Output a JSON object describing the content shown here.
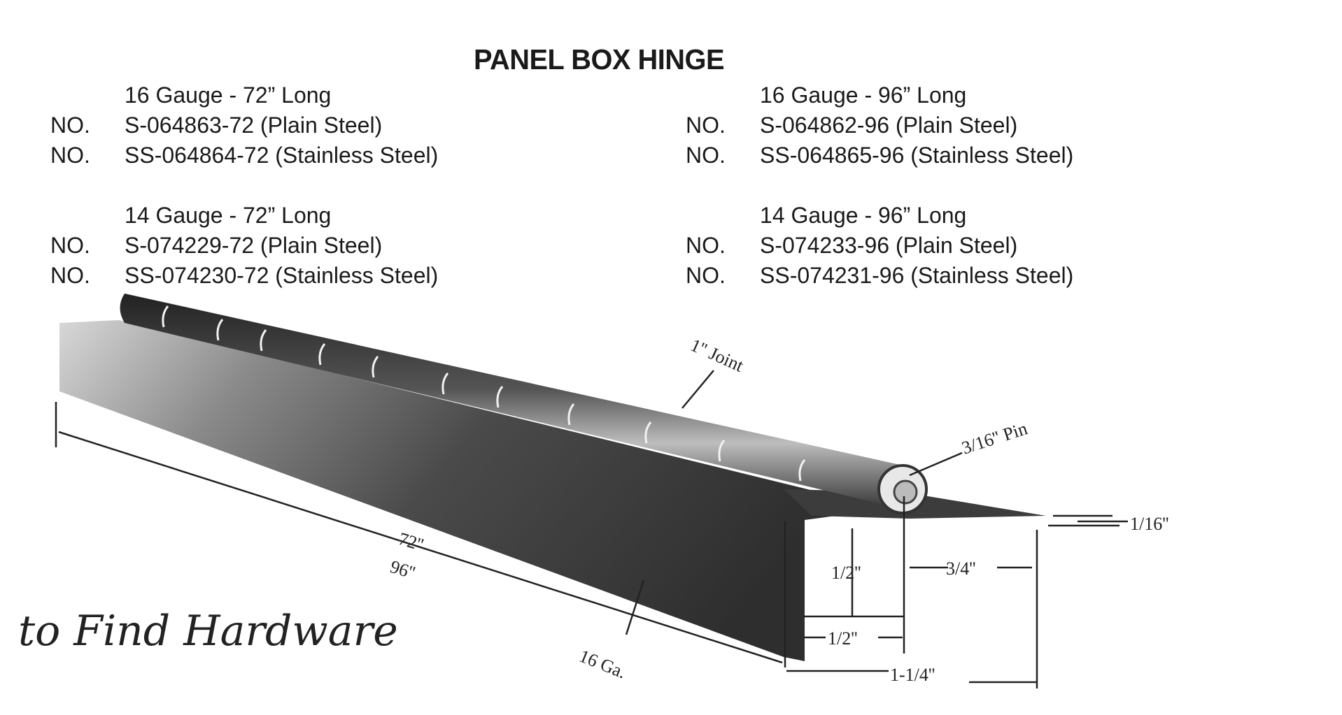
{
  "title": "PANEL BOX HINGE",
  "groups": [
    {
      "heading": "16 Gauge - 72” Long",
      "items": [
        {
          "prefix": "NO.",
          "part": "S-064863-72 (Plain Steel)"
        },
        {
          "prefix": "NO.",
          "part": "SS-064864-72 (Stainless Steel)"
        }
      ]
    },
    {
      "heading": "16 Gauge - 96” Long",
      "items": [
        {
          "prefix": "NO.",
          "part": "S-064862-96 (Plain Steel)"
        },
        {
          "prefix": "NO.",
          "part": "SS-064865-96 (Stainless Steel)"
        }
      ]
    },
    {
      "heading": "14 Gauge - 72” Long",
      "items": [
        {
          "prefix": "NO.",
          "part": "S-074229-72 (Plain Steel)"
        },
        {
          "prefix": "NO.",
          "part": "SS-074230-72 (Stainless Steel)"
        }
      ]
    },
    {
      "heading": "14 Gauge - 96” Long",
      "items": [
        {
          "prefix": "NO.",
          "part": "S-074233-96 (Plain Steel)"
        },
        {
          "prefix": "NO.",
          "part": "SS-074231-96 (Stainless Steel)"
        }
      ]
    }
  ],
  "diagram": {
    "joint": "1'' Joint",
    "pin": "3/16'' Pin",
    "thickness": "1/16''",
    "height": "1/2''",
    "leaf_width": "3/4''",
    "bottom_offset": "1/2''",
    "overall_width": "1-1/4''",
    "length_a": "72''",
    "length_b": "96''",
    "gauge": "16 Ga."
  },
  "tagline": "to Find Hardware"
}
